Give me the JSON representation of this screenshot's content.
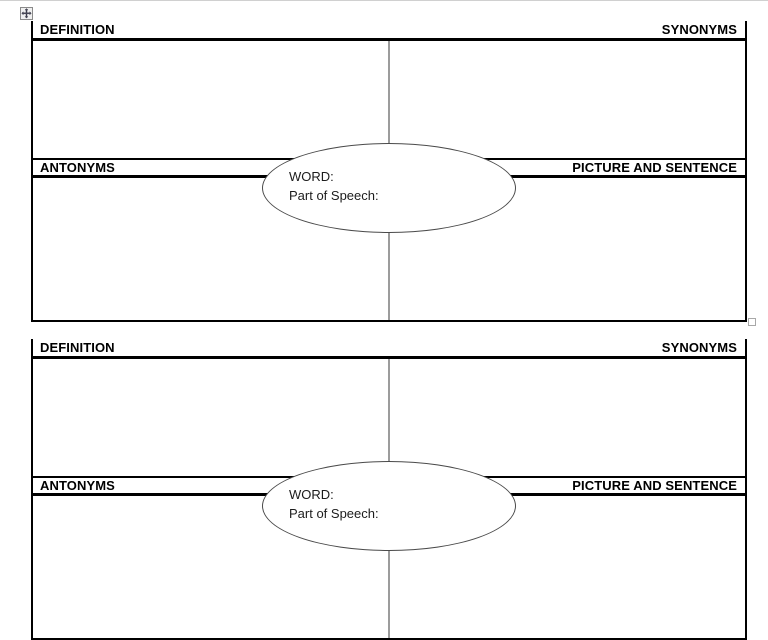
{
  "document": {
    "type": "word-map-graphic-organizer",
    "background_color": "#ffffff",
    "line_color": "#000000"
  },
  "handles": {
    "move_handle_icon": "move-four-arrows-icon",
    "resize_handle_icon": "resize-square-handle-icon"
  },
  "cards": [
    {
      "id": "word-map-1",
      "headers": {
        "top_left": "DEFINITION",
        "top_right": "SYNONYMS",
        "middle_left": "ANTONYMS",
        "middle_right": "PICTURE AND SENTENCE"
      },
      "center": {
        "line1": "WORD:",
        "line2": "Part of Speech:"
      }
    },
    {
      "id": "word-map-2",
      "headers": {
        "top_left": "DEFINITION",
        "top_right": "SYNONYMS",
        "middle_left": "ANTONYMS",
        "middle_right": "PICTURE AND SENTENCE"
      },
      "center": {
        "line1": "WORD:",
        "line2": "Part of Speech:"
      }
    }
  ]
}
